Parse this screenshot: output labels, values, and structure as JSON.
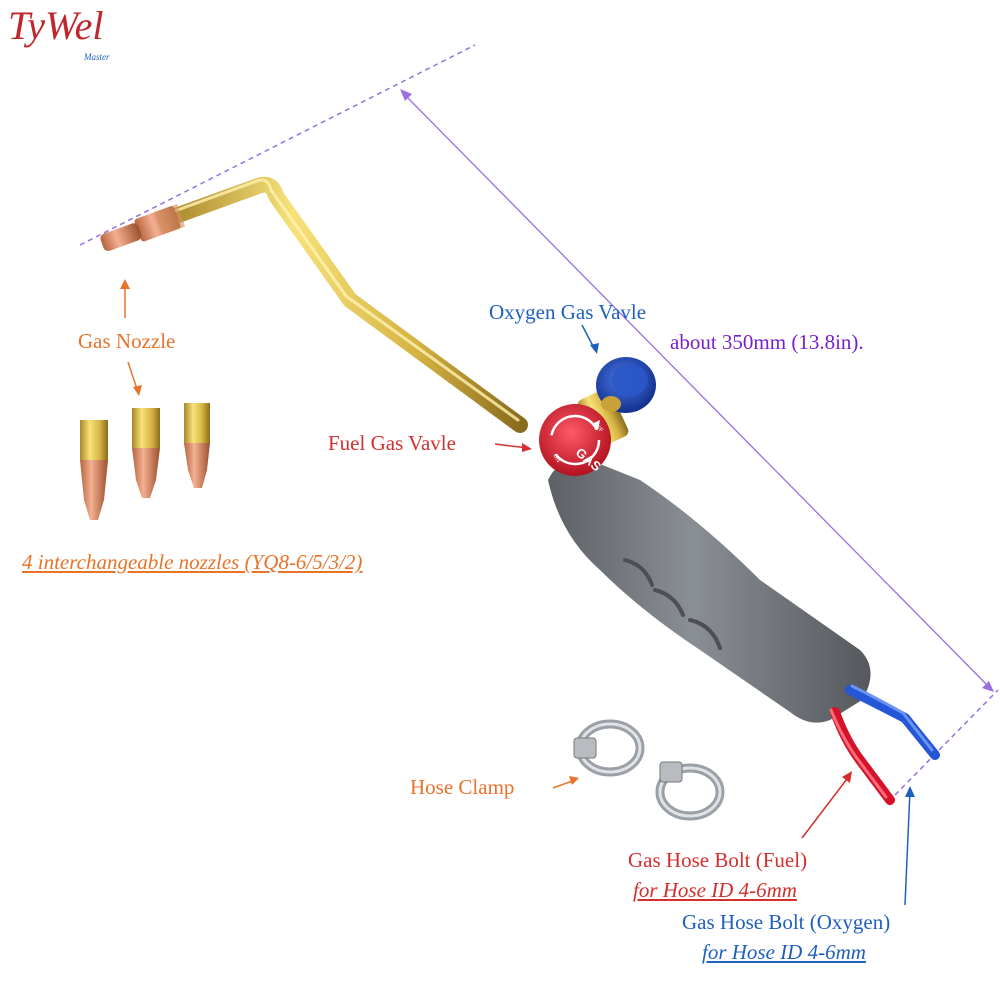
{
  "logo": {
    "brand_text": "TyWel",
    "sub_text": "Master"
  },
  "labels": {
    "gas_nozzle": "Gas Nozzle",
    "nozzles_note": "4 interchangeable nozzles (YQ8-6/5/3/2)",
    "oxygen_valve": "Oxygen Gas Vavle",
    "length": "about 350mm (13.8in).",
    "fuel_valve": "Fuel Gas Vavle",
    "hose_clamp": "Hose Clamp",
    "hose_bolt_fuel": "Gas Hose Bolt (Fuel)",
    "hose_bolt_fuel_id": "for Hose ID 4-6mm",
    "hose_bolt_oxygen": "Gas Hose Bolt (Oxygen)",
    "hose_bolt_oxygen_id": "for Hose ID 4-6mm"
  },
  "knob": {
    "text": "GAS",
    "on": "ON",
    "off": "OFF"
  },
  "colors": {
    "orange": "#e8732a",
    "red": "#d32f2f",
    "blue": "#1f5fbf",
    "purple": "#7a1fc9",
    "brass": "#d9b64a",
    "handle": "#74797f"
  }
}
